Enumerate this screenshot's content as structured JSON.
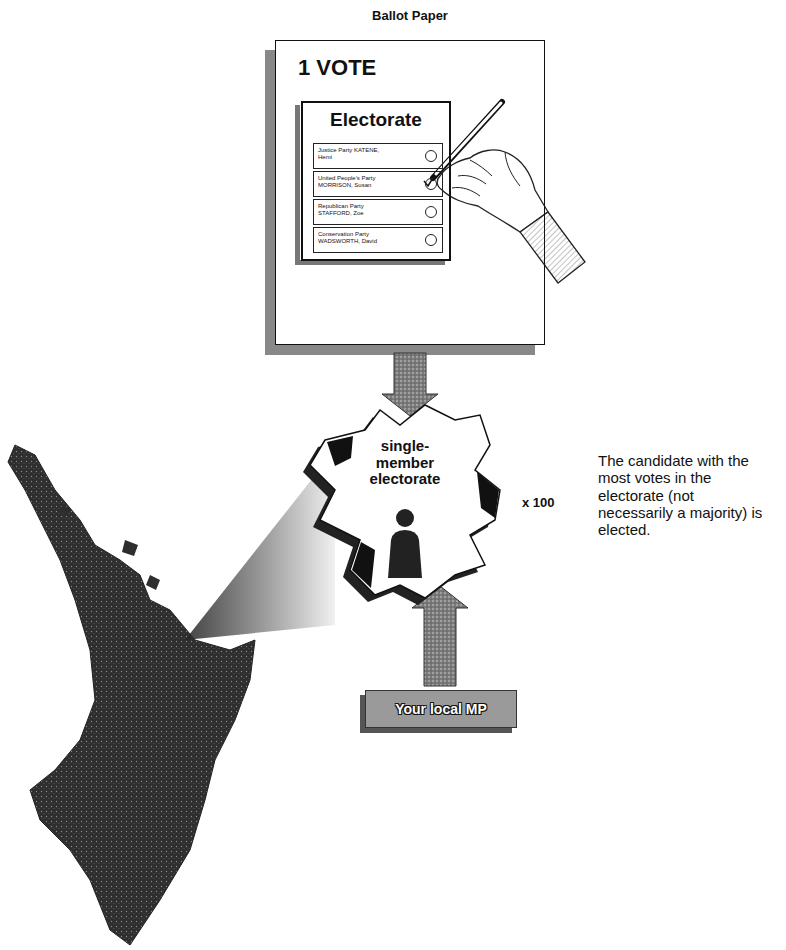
{
  "diagram": {
    "title": "Ballot Paper",
    "nodes": [
      {
        "text": [
          "1 VOTE"
        ]
      },
      {
        "text": [
          "Electorate"
        ],
        "in": 0
      },
      {
        "text": [
          "Justice Party KATENE, Hemi"
        ],
        "in": 1
      },
      {
        "text": [
          "United People's Party MORRISON, Susan"
        ],
        "in": 1
      },
      {
        "text": [
          "Republican Party STAFFORD, Zoe"
        ],
        "in": 1
      },
      {
        "text": [
          "Conservation Party WADSWORTH, David"
        ],
        "in": 1
      },
      {
        "text": [
          "single-member electorate"
        ]
      },
      {
        "text": [
          "Your local MP"
        ]
      }
    ],
    "edges": [
      {
        "from": 0,
        "to": 6,
        "arrow": "to"
      },
      {
        "from": 7,
        "to": 6,
        "arrow": "to"
      }
    ],
    "labels": [
      "x 100",
      "The candidate with the most votes in the electorate (not necessarily a majority) is elected."
    ]
  }
}
